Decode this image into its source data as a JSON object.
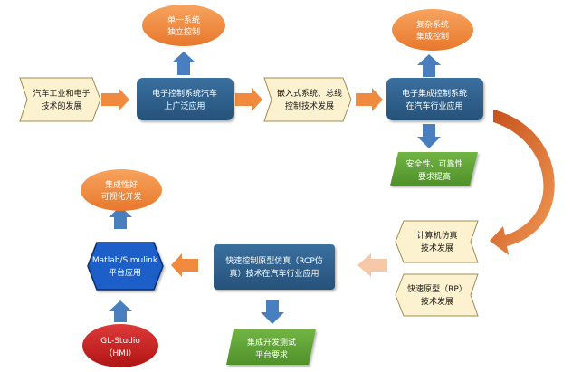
{
  "colors": {
    "blue_box": "#2f5f8a",
    "orange_ellipse": "#f08a3e",
    "green_para": "#5ea332",
    "cream_chevron": "#fdf2cf",
    "arrow_orange": "#f08a3e",
    "arrow_blue": "#4a7fbf",
    "hex_blue": "#1f5fc8",
    "red_ellipse": "#c81e1e"
  },
  "nodes": {
    "auto_electronics": [
      "汽车工业和电子",
      "技术的发展"
    ],
    "ecs_application": [
      "电子控制系统汽车",
      "上广泛应用"
    ],
    "embedded_tech": [
      "嵌入式系统、总线",
      "控制技术发展"
    ],
    "integrated_control": [
      "电子集成控制系统",
      "在汽车行业应用"
    ],
    "single_system": [
      "单一系统",
      "独立控制"
    ],
    "complex_system": [
      "复杂系统",
      "集成控制"
    ],
    "safety_req": [
      "安全性、可靠性",
      "要求提高"
    ],
    "computer_sim": [
      "计算机仿真",
      "技术发展"
    ],
    "rapid_proto": [
      "快速原型（RP）",
      "技术发展"
    ],
    "rcp_application": [
      "快速控制原型仿真（RCP仿",
      "真）技术在汽车行业应用"
    ],
    "matlab_platform": [
      "Matlab/Simulink",
      "平台应用"
    ],
    "integration_visual": [
      "集成性好",
      "可视化开发"
    ],
    "gl_studio": [
      "GL-Studio",
      "（HMI）"
    ],
    "integrated_test": [
      "集成开发测试",
      "平台要求"
    ]
  }
}
